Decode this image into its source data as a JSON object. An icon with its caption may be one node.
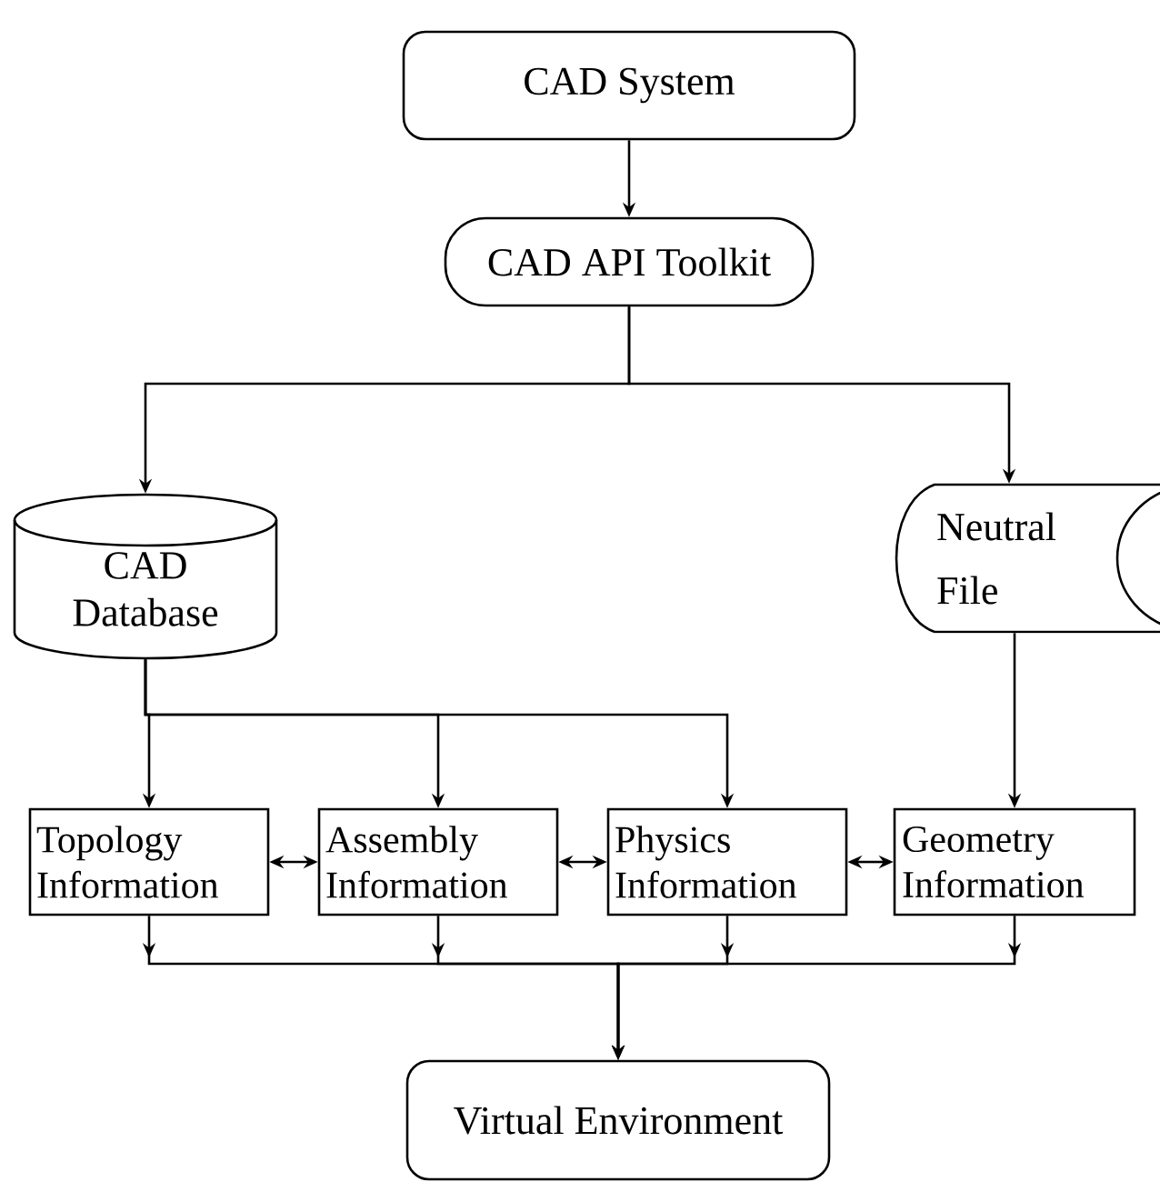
{
  "diagram": {
    "nodes": [
      {
        "text": [
          "CAD System"
        ]
      },
      {
        "text": [
          "CAD API Toolkit"
        ]
      },
      {
        "text": [
          "CAD Database"
        ]
      },
      {
        "text": [
          "Neutral File"
        ]
      },
      {
        "text": [
          "Topology Information"
        ]
      },
      {
        "text": [
          "Assembly Information"
        ]
      },
      {
        "text": [
          "Physics Information"
        ]
      },
      {
        "text": [
          "Geometry Information"
        ]
      },
      {
        "text": [
          "Virtual Environment"
        ]
      }
    ],
    "edges": [
      {
        "from": 0,
        "to": 1,
        "arrow": "to"
      },
      {
        "from": 1,
        "to": 2,
        "arrow": "to"
      },
      {
        "from": 1,
        "to": 3,
        "arrow": "to"
      },
      {
        "from": 2,
        "to": 4,
        "arrow": "to"
      },
      {
        "from": 2,
        "to": 5,
        "arrow": "to"
      },
      {
        "from": 2,
        "to": 6,
        "arrow": "to"
      },
      {
        "from": 3,
        "to": 7,
        "arrow": "to"
      },
      {
        "from": 4,
        "to": 5,
        "arrow": "both"
      },
      {
        "from": 5,
        "to": 6,
        "arrow": "both"
      },
      {
        "from": 6,
        "to": 7,
        "arrow": "both"
      },
      {
        "from": 4,
        "to": 8,
        "arrow": "to"
      },
      {
        "from": 5,
        "to": 8,
        "arrow": "to"
      },
      {
        "from": 6,
        "to": 8,
        "arrow": "to"
      },
      {
        "from": 7,
        "to": 8,
        "arrow": "to"
      }
    ]
  }
}
